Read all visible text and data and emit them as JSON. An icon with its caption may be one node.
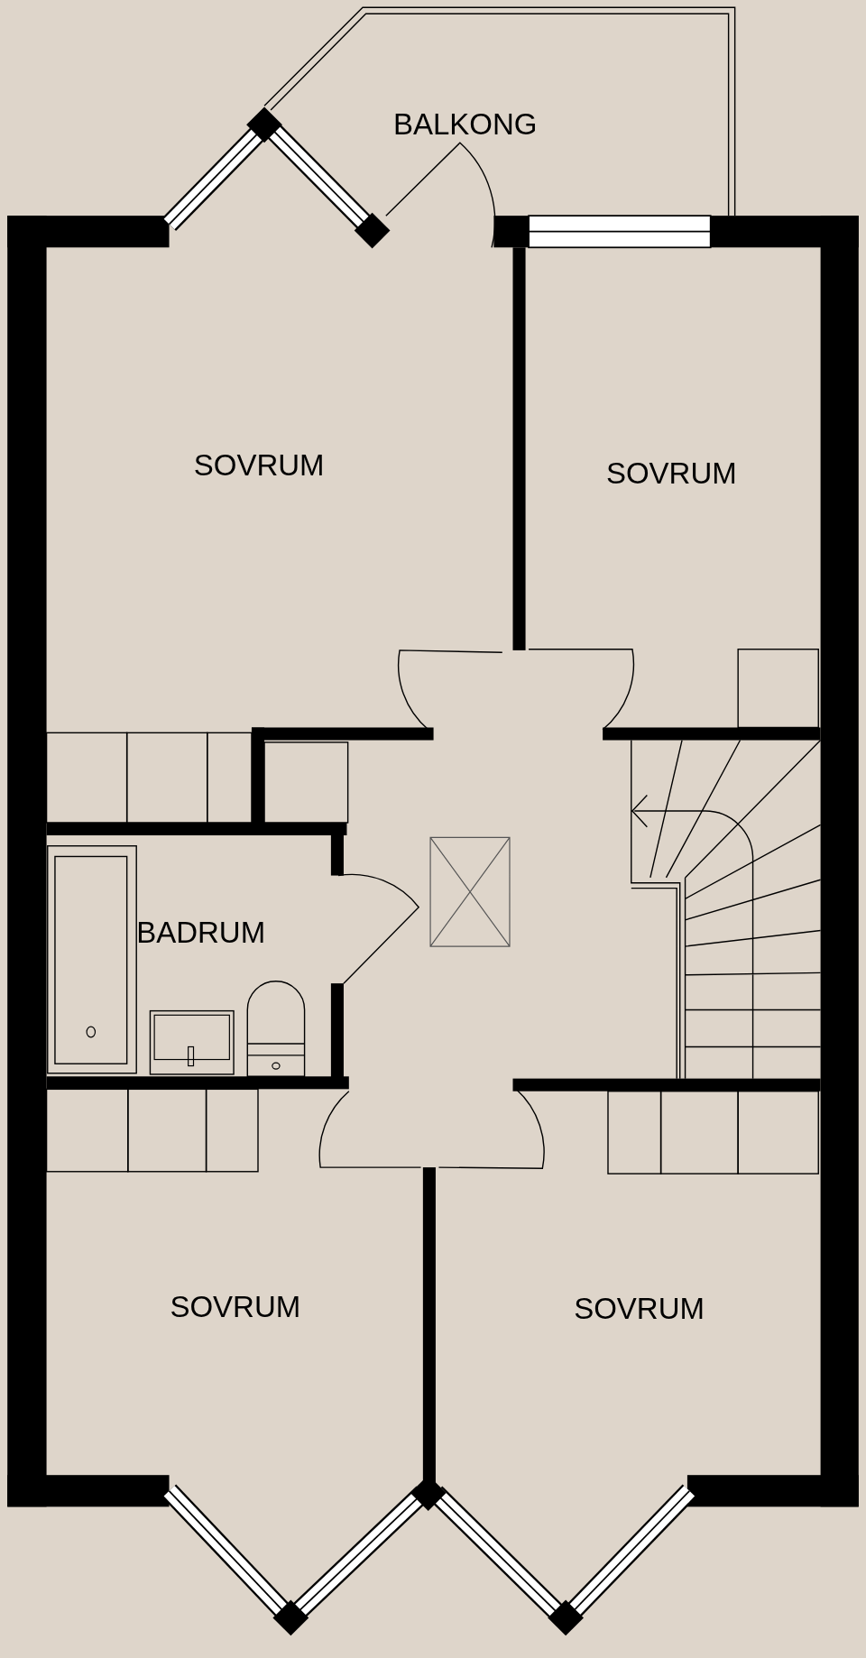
{
  "diagram": {
    "nodes": [
      {
        "text": [
          "BALKONG"
        ]
      },
      {
        "text": [
          "SOVRUM"
        ]
      },
      {
        "text": [
          "SOVRUM"
        ]
      },
      {
        "text": [
          "BADRUM"
        ]
      },
      {
        "text": [
          "SOVRUM"
        ]
      },
      {
        "text": [
          "SOVRUM"
        ]
      }
    ],
    "edges": []
  }
}
